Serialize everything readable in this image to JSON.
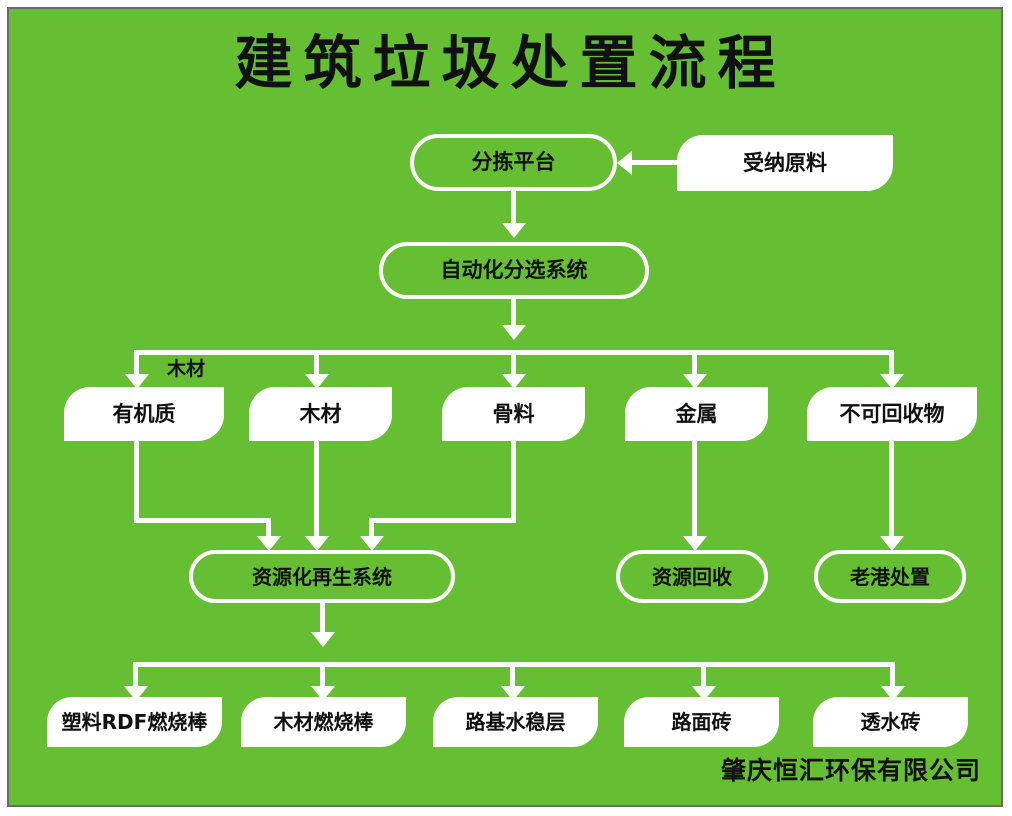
{
  "poster": {
    "title": "建筑垃圾处置流程",
    "footer": "肇庆恒汇环保有限公司",
    "colors": {
      "background_green": "#66bf33",
      "node_white": "#ffffff",
      "text_black": "#111111",
      "frame_gray": "#6a6a6a"
    }
  },
  "flow": {
    "intake": {
      "label": "受纳原料",
      "shape": "leaf"
    },
    "sorting_platform": {
      "label": "分拣平台",
      "shape": "pill"
    },
    "auto_sorting_system": {
      "label": "自动化分选系统",
      "shape": "pill"
    },
    "branch_label": "木材",
    "materials": [
      {
        "label": "有机质",
        "shape": "leaf"
      },
      {
        "label": "木材",
        "shape": "leaf"
      },
      {
        "label": "骨料",
        "shape": "leaf"
      },
      {
        "label": "金属",
        "shape": "leaf"
      },
      {
        "label": "不可回收物",
        "shape": "leaf"
      }
    ],
    "mid_stage": [
      {
        "label": "资源化再生系统",
        "shape": "pill"
      },
      {
        "label": "资源回收",
        "shape": "pill"
      },
      {
        "label": "老港处置",
        "shape": "pill"
      }
    ],
    "products": [
      {
        "label": "塑料RDF燃烧棒",
        "shape": "leaf"
      },
      {
        "label": "木材燃烧棒",
        "shape": "leaf"
      },
      {
        "label": "路基水稳层",
        "shape": "leaf"
      },
      {
        "label": "路面砖",
        "shape": "leaf"
      },
      {
        "label": "透水砖",
        "shape": "leaf"
      }
    ]
  }
}
